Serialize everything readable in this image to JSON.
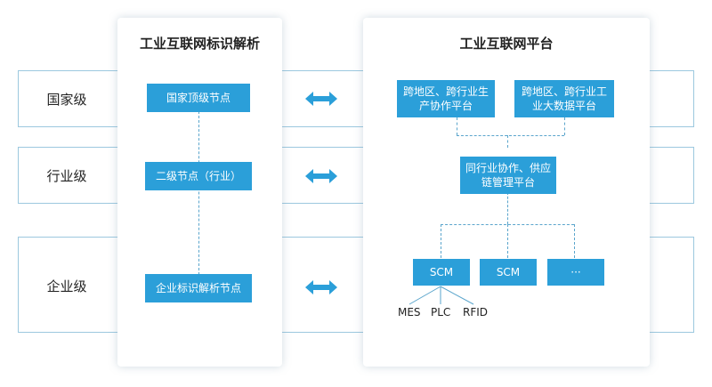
{
  "levels": {
    "national": "国家级",
    "industry": "行业级",
    "enterprise": "企业级"
  },
  "left_panel": {
    "title": "工业互联网标识解析",
    "node_national": "国家顶级节点",
    "node_industry": "二级节点（行业）",
    "node_enterprise": "企业标识解析节点"
  },
  "right_panel": {
    "title": "工业互联网平台",
    "node_cross_collab": "跨地区、跨行业生产协作平台",
    "node_cross_bigdata": "跨地区、跨行业工业大数据平台",
    "node_supply": "同行业协作、供应链管理平台",
    "node_scm1": "SCM",
    "node_scm2": "SCM",
    "node_more": "···",
    "label_mes": "MES",
    "label_plc": "PLC",
    "label_rfid": "RFID"
  }
}
